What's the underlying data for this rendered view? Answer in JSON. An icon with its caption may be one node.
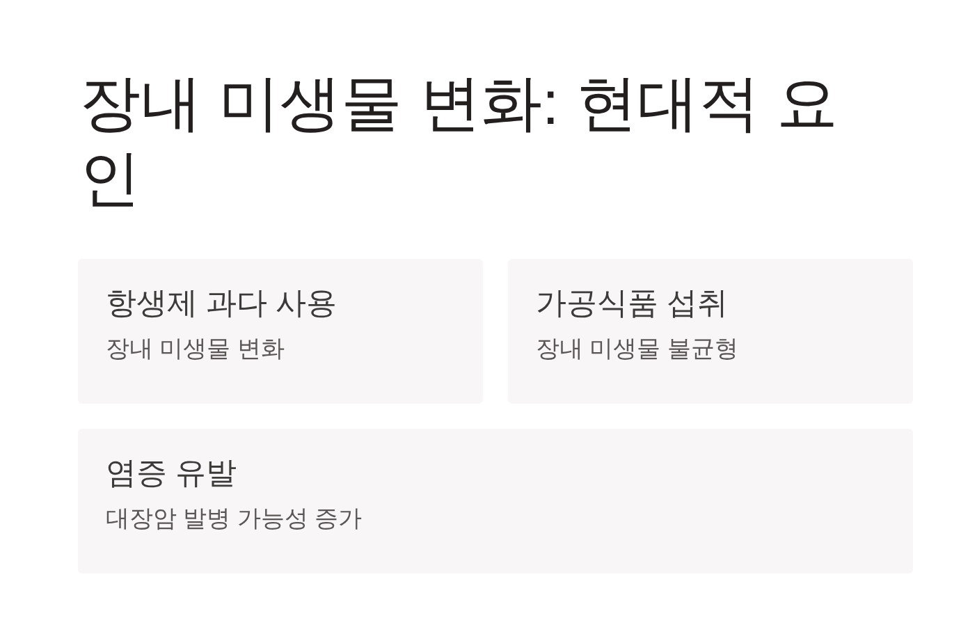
{
  "diagram": {
    "title": "장내 미생물 변화: 현대적 요인",
    "nodes": [
      {
        "text": [
          "항생제 과다 사용",
          "장내 미생물 변화"
        ]
      },
      {
        "text": [
          "가공식품 섭취",
          "장내 미생물 불균형"
        ]
      },
      {
        "text": [
          "염증 유발",
          "대장암 발병 가능성 증가"
        ]
      }
    ]
  }
}
